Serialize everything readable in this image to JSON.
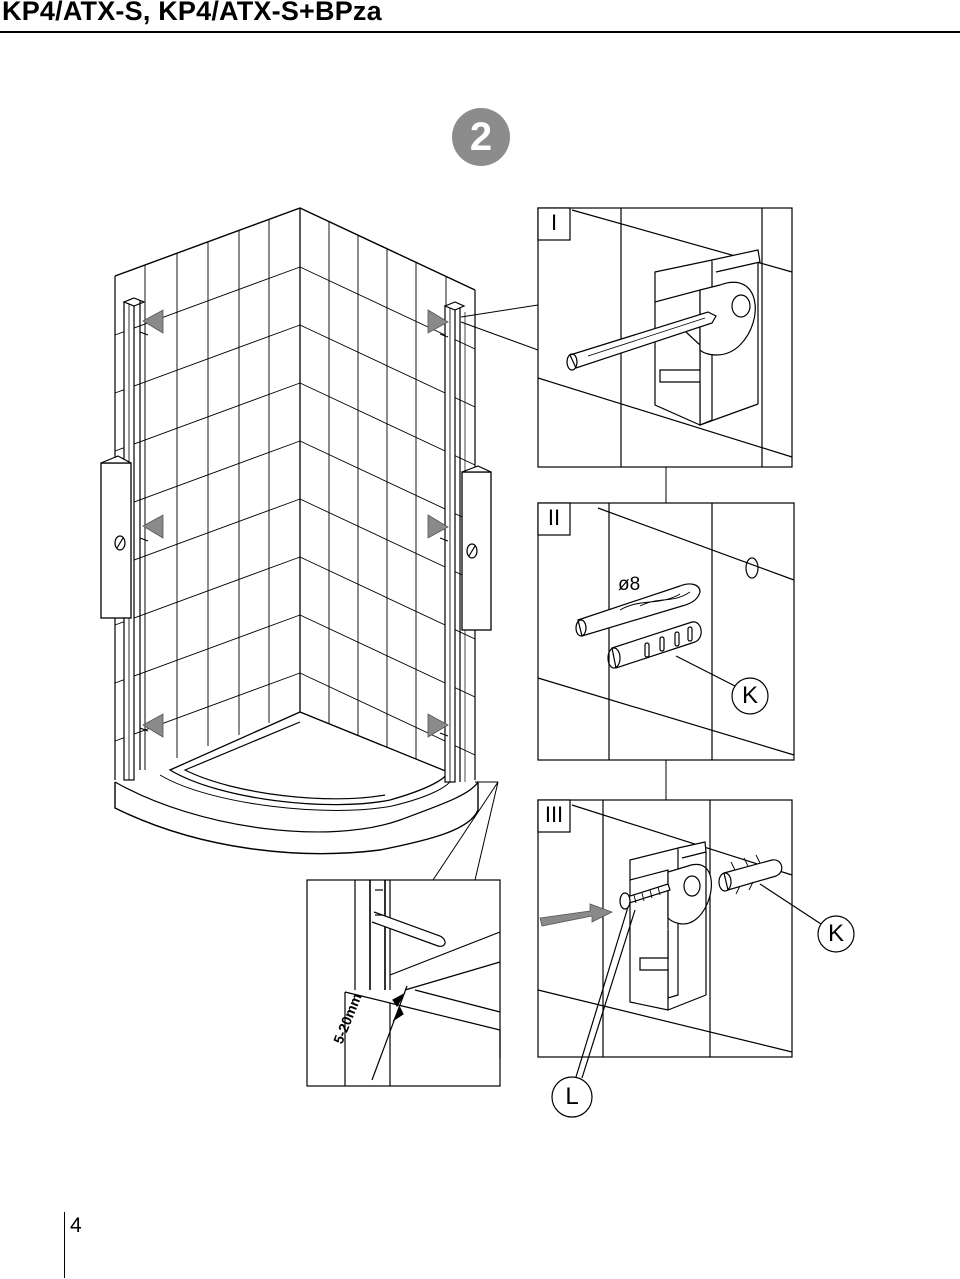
{
  "header": {
    "title": "KP4/ATX-S, KP4/ATX-S+BPza"
  },
  "step": {
    "number": "2"
  },
  "details": {
    "detail1": {
      "label": "I"
    },
    "detail2": {
      "label": "II",
      "drill_label": "ø8",
      "part_label": "K"
    },
    "detail3": {
      "label": "III",
      "part_k_label": "K",
      "part_l_label": "L"
    },
    "bottom": {
      "gap_label": "5-20mm"
    }
  },
  "footer": {
    "page_number": "4"
  },
  "colors": {
    "badge": "#8c8c8c",
    "arrow": "#8a8a8a",
    "line": "#000000"
  }
}
